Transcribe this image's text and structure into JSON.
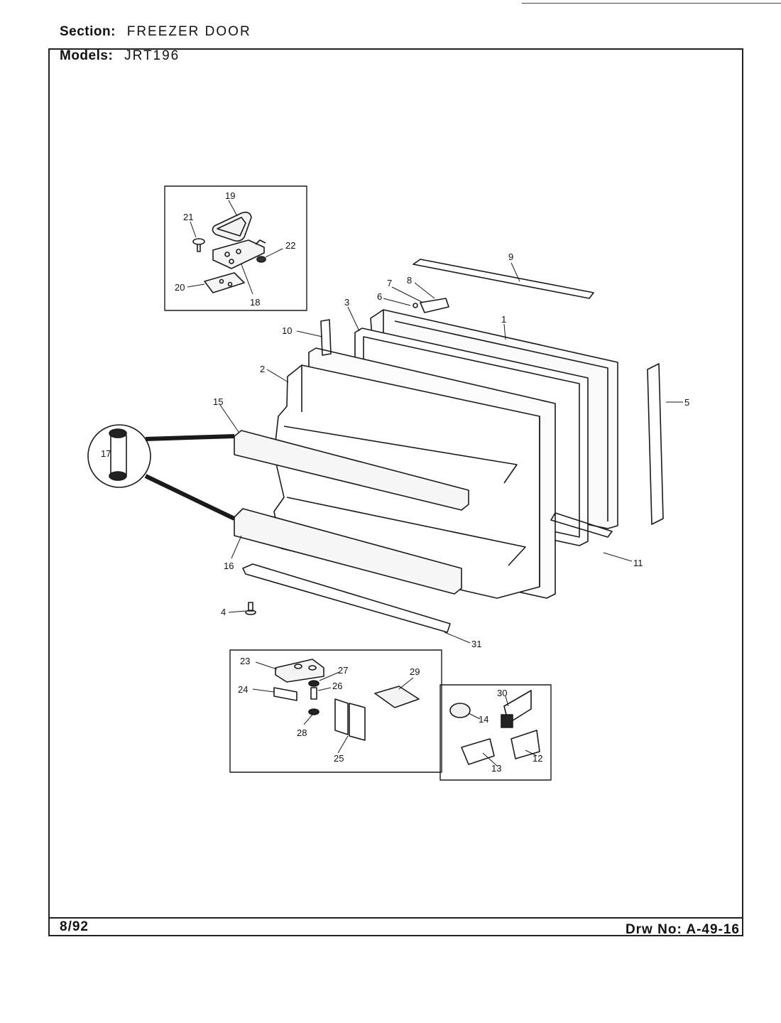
{
  "header": {
    "section_label": "Section:",
    "section_value": "FREEZER DOOR",
    "models_label": "Models:",
    "models_value": "JRT196"
  },
  "footer": {
    "date": "8/92",
    "drawing_label": "Drw No:",
    "drawing_number": "A-49-16"
  },
  "callouts": [
    "1",
    "2",
    "3",
    "4",
    "5",
    "6",
    "7",
    "8",
    "9",
    "10",
    "11",
    "12",
    "13",
    "14",
    "15",
    "16",
    "17",
    "18",
    "19",
    "20",
    "21",
    "22",
    "23",
    "24",
    "25",
    "26",
    "27",
    "28",
    "29",
    "30",
    "31"
  ]
}
